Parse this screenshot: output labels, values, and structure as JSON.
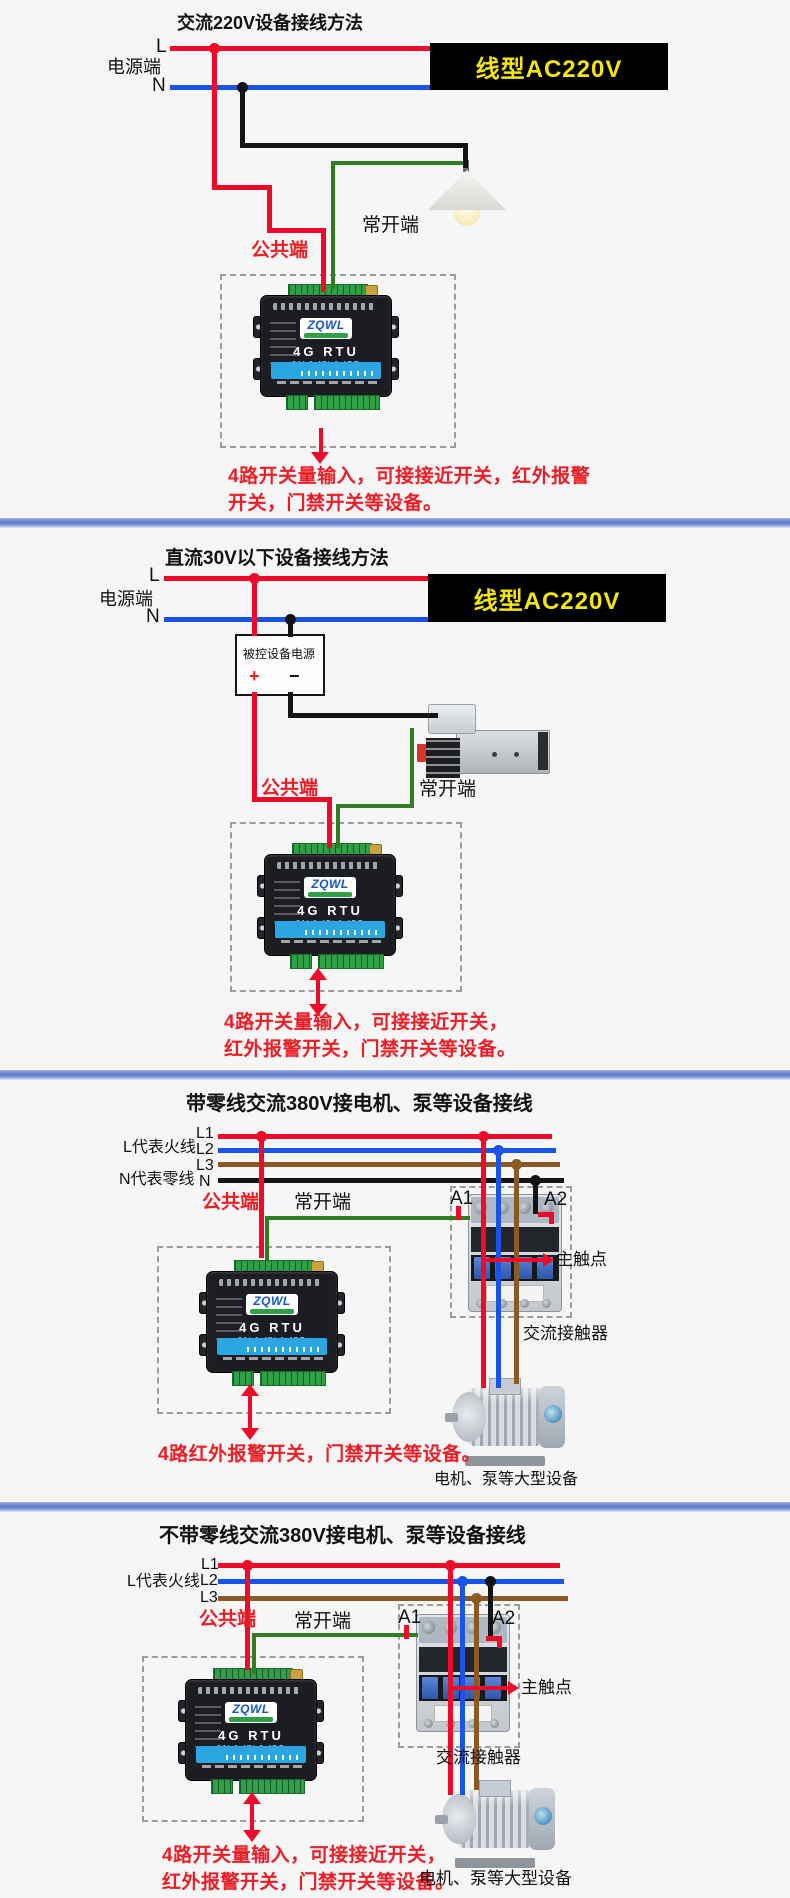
{
  "colors": {
    "wire_red": "#ee0a28",
    "wire_blue": "#1a53e8",
    "wire_brown": "#8a5a26",
    "wire_black": "#141414",
    "wire_green": "#317d1f",
    "note_red": "#ee1c25",
    "badge_bg": "#000000",
    "badge_text": "#f5e60a",
    "divider_blue": "#5c76cc"
  },
  "device": {
    "logo": "ZQWL",
    "model": "4G RTU",
    "spec": "2AI & 4DI & 4DO"
  },
  "sections": [
    {
      "title": "交流220V设备接线方法",
      "power_label": "电源端",
      "l_label": "L",
      "n_label": "N",
      "badge": "线型AC220V",
      "common": "公共端",
      "open": "常开端",
      "notes": [
        "4路开关量输入，可接接近开关，红外报警",
        "开关，门禁开关等设备。"
      ]
    },
    {
      "title": "直流30V以下设备接线方法",
      "power_label": "电源端",
      "l_label": "L",
      "n_label": "N",
      "badge": "线型AC220V",
      "ctrl_power": "被控设备电源",
      "plus": "+",
      "minus": "−",
      "common": "公共端",
      "open": "常开端",
      "notes": [
        "4路开关量输入，可接接近开关，",
        "红外报警开关，门禁开关等设备。"
      ]
    },
    {
      "title": "带零线交流380V接电机、泵等设备接线",
      "legend_l": "L代表火线",
      "legend_n": "N代表零线",
      "l1": "L1",
      "l2": "L2",
      "l3": "L3",
      "n": "N",
      "common": "公共端",
      "open": "常开端",
      "a1": "A1",
      "a2": "A2",
      "main_contact": "主触点",
      "contactor": "交流接触器",
      "motor": "电机、泵等大型设备",
      "notes": [
        "4路红外报警开关，门禁开关等设备。"
      ]
    },
    {
      "title": "不带零线交流380V接电机、泵等设备接线",
      "legend_l": "L代表火线",
      "l1": "L1",
      "l2": "L2",
      "l3": "L3",
      "common": "公共端",
      "open": "常开端",
      "a1": "A1",
      "a2": "A2",
      "main_contact": "主触点",
      "contactor": "交流接触器",
      "motor": "电机、泵等大型设备",
      "notes": [
        "4路开关量输入，可接接近开关，",
        "红外报警开关，门禁开关等设备。"
      ]
    }
  ]
}
